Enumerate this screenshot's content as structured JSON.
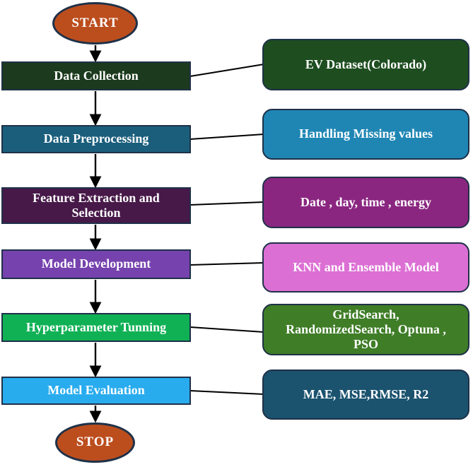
{
  "flowchart": {
    "start": {
      "label": "START"
    },
    "stop": {
      "label": "STOP"
    },
    "steps": [
      {
        "label": "Data Collection",
        "color": "#1c3a1d",
        "detail": {
          "label": "EV Dataset(Colorado)",
          "color": "#1e4d1f"
        }
      },
      {
        "label": "Data Preprocessing",
        "color": "#1a5e7c",
        "detail": {
          "label": "Handling Missing values",
          "color": "#1f86b4"
        }
      },
      {
        "label": "Feature Extraction and\nSelection",
        "color": "#471949",
        "detail": {
          "label": "Date , day, time , energy",
          "color": "#8a2680"
        }
      },
      {
        "label": "Model Development",
        "color": "#7642ae",
        "detail": {
          "label": "KNN and Ensemble Model",
          "color": "#dc6fd4"
        }
      },
      {
        "label": "Hyperparameter Tunning",
        "color": "#10b155",
        "detail": {
          "label": "GridSearch,\nRandomizedSearch, Optuna ,\nPSO",
          "color": "#3f7d27"
        }
      },
      {
        "label": "Model Evaluation",
        "color": "#29acee",
        "detail": {
          "label": "MAE, MSE,RMSE, R2",
          "color": "#1b536f"
        }
      }
    ],
    "terminal_color": "#bc4e1e",
    "border_color": "#1f3148",
    "line_color": "#000000",
    "text_color": "#ffffff"
  }
}
